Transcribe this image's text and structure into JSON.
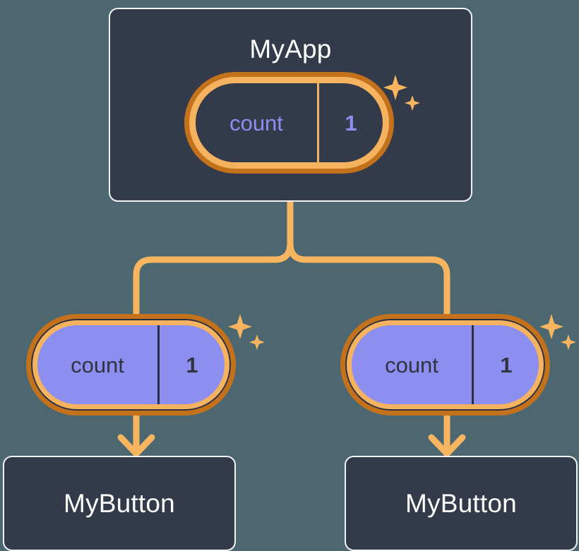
{
  "diagram": {
    "type": "component-state-propagation-tree",
    "background_color": "#4d6770",
    "accent_colors": {
      "ring_outer": "#c4711b",
      "ring_inner": "#f6b35f",
      "connector": "#f8b55f",
      "state_fill_purple": "#8c8ff0",
      "card_fill": "#333a49",
      "card_border": "#f2f3f5",
      "text_light": "#ffffff",
      "text_dark": "#2e3440",
      "text_purple": "#8c8ff0"
    },
    "root": {
      "title": "MyApp",
      "state": {
        "key": "count",
        "value": "1"
      },
      "sparkle": "sparkle-icon"
    },
    "children": [
      {
        "title": "MyButton",
        "state": {
          "key": "count",
          "value": "1"
        },
        "sparkle": "sparkle-icon"
      },
      {
        "title": "MyButton",
        "state": {
          "key": "count",
          "value": "1"
        },
        "sparkle": "sparkle-icon"
      }
    ]
  }
}
